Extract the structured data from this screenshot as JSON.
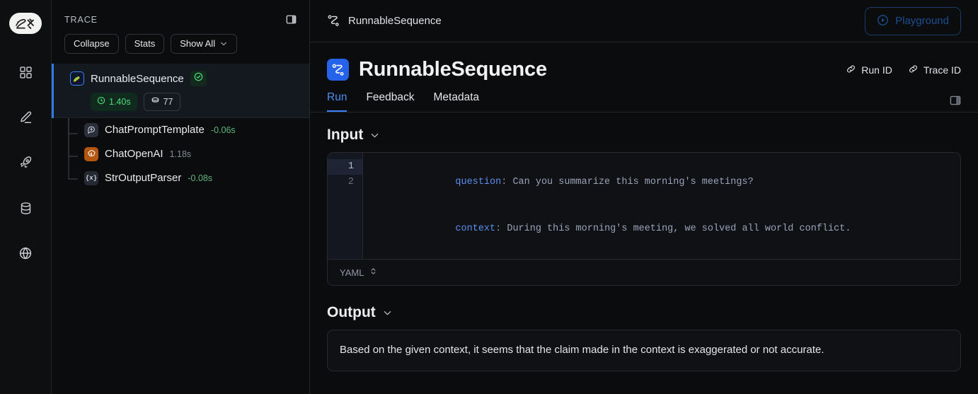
{
  "rail": {
    "logo_alt": "langchain-logo",
    "items": [
      {
        "name": "dashboard",
        "icon": "grid-icon"
      },
      {
        "name": "annotate",
        "icon": "pencil-icon"
      },
      {
        "name": "deployments",
        "icon": "rocket-icon"
      },
      {
        "name": "datasets",
        "icon": "database-icon"
      },
      {
        "name": "global",
        "icon": "globe-icon"
      }
    ]
  },
  "topbar": {
    "breadcrumb": "RunnableSequence",
    "breadcrumb_icon": "runnable-sequence-icon",
    "playground_label": "Playground",
    "playground_icon": "play-circle-icon"
  },
  "trace": {
    "label": "TRACE",
    "panel_toggle_icon": "panel-toggle-icon",
    "buttons": [
      {
        "label": "Collapse",
        "has_chevron": false
      },
      {
        "label": "Stats",
        "has_chevron": false
      },
      {
        "label": "Show All",
        "has_chevron": true
      }
    ],
    "root": {
      "name": "RunnableSequence",
      "status": "success",
      "status_icon": "check-circle-icon",
      "duration": "1.40s",
      "duration_icon": "clock-icon",
      "tokens": "77",
      "tokens_icon": "token-icon"
    },
    "children": [
      {
        "name": "ChatPromptTemplate",
        "duration": "-0.06s",
        "icon": "prompt-template-icon",
        "icon_kind": "tmpl"
      },
      {
        "name": "ChatOpenAI",
        "duration": "1.18s",
        "icon": "openai-icon",
        "icon_kind": "openai"
      },
      {
        "name": "StrOutputParser",
        "duration": "-0.08s",
        "icon": "parser-icon",
        "icon_kind": "parser",
        "glyph": "{x}"
      }
    ]
  },
  "run": {
    "icon": "runnable-sequence-icon",
    "title": "RunnableSequence",
    "links": [
      {
        "label": "Run ID",
        "icon": "link-icon"
      },
      {
        "label": "Trace ID",
        "icon": "link-icon"
      }
    ],
    "tabs": [
      {
        "label": "Run",
        "active": true
      },
      {
        "label": "Feedback",
        "active": false
      },
      {
        "label": "Metadata",
        "active": false
      }
    ],
    "right_panel_toggle_icon": "panel-toggle-icon"
  },
  "input": {
    "heading": "Input",
    "chevron_icon": "chevron-down-icon",
    "lines": [
      {
        "no": "1",
        "active": true,
        "key": "question",
        "punc": ": ",
        "value": "Can you summarize this morning's meetings?"
      },
      {
        "no": "2",
        "active": false,
        "key": "context",
        "punc": ": ",
        "value": "During this morning's meeting, we solved all world conflict."
      }
    ],
    "language": "YAML",
    "language_icon": "up-down-chevron-icon"
  },
  "output": {
    "heading": "Output",
    "chevron_icon": "chevron-down-icon",
    "text": "Based on the given context, it seems that the claim made in the context is exaggerated or not accurate."
  },
  "colors": {
    "accent_blue": "#2563eb",
    "tab_active": "#4b8ef0",
    "success_green": "#4ade80",
    "openai_orange": "#b4560f",
    "page_bg": "#0b0c0e"
  }
}
